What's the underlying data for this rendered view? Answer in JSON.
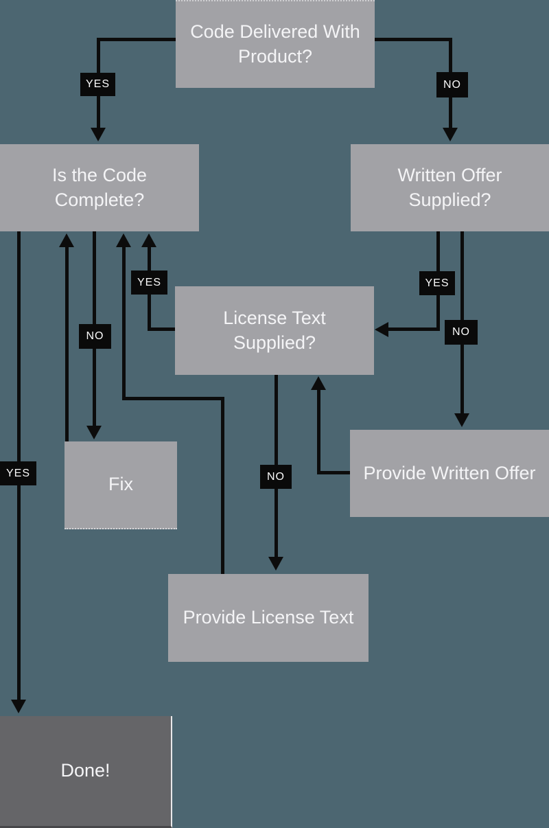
{
  "diagram": {
    "type": "flowchart",
    "colors": {
      "background": "#4c6671",
      "node_fill": "#a2a2a6",
      "done_fill": "#656568",
      "edge_color": "#0c0c0c",
      "label_chip_bg": "#0a0a0a",
      "text": "#f4f4f6"
    },
    "nodes": {
      "code_delivered": "Code Delivered With Product?",
      "code_complete": "Is the Code Complete?",
      "written_offer": "Written Offer Supplied?",
      "license_text": "License Text Supplied?",
      "fix": "Fix",
      "provide_written_offer": "Provide Written Offer",
      "provide_license_text": "Provide License Text",
      "done": "Done!"
    },
    "labels": {
      "yes": "YES",
      "no": "NO"
    },
    "edges": [
      {
        "from": "code_delivered",
        "label": "YES",
        "to": "code_complete"
      },
      {
        "from": "code_delivered",
        "label": "NO",
        "to": "written_offer"
      },
      {
        "from": "written_offer",
        "label": "YES",
        "to": "license_text"
      },
      {
        "from": "written_offer",
        "label": "NO",
        "to": "provide_written_offer"
      },
      {
        "from": "provide_written_offer",
        "label": "",
        "to": "license_text"
      },
      {
        "from": "license_text",
        "label": "YES",
        "to": "code_complete"
      },
      {
        "from": "license_text",
        "label": "NO",
        "to": "provide_license_text"
      },
      {
        "from": "provide_license_text",
        "label": "",
        "to": "code_complete"
      },
      {
        "from": "code_complete",
        "label": "NO",
        "to": "fix"
      },
      {
        "from": "fix",
        "label": "",
        "to": "code_complete"
      },
      {
        "from": "code_complete",
        "label": "YES",
        "to": "done"
      }
    ]
  }
}
